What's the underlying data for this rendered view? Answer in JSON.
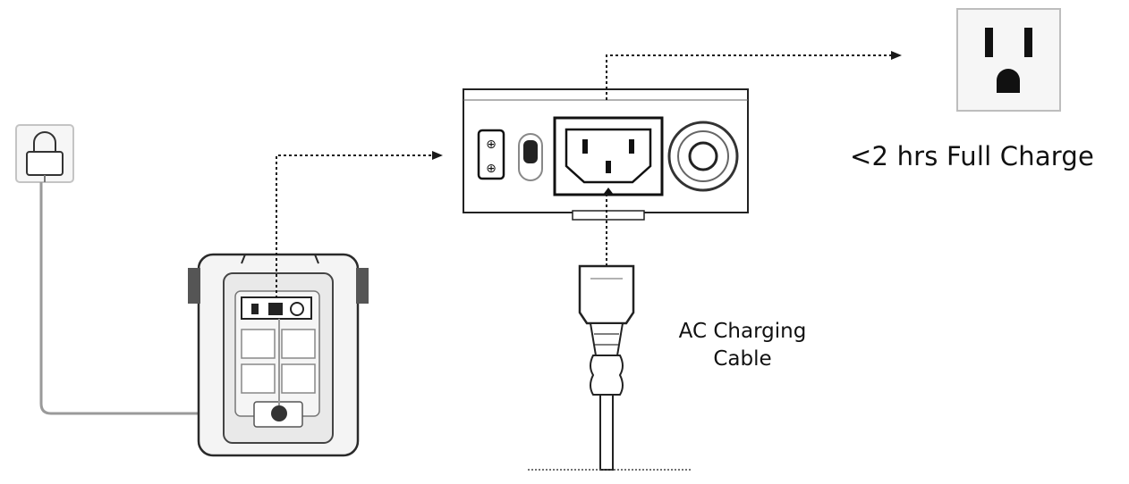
{
  "labels": {
    "charge_time": "<2 hrs Full Charge",
    "cable_line1": "AC Charging",
    "cable_line2": "Cable"
  },
  "icons": [
    "wall-outlet-icon",
    "ac-adapter-plug-icon",
    "power-station-icon",
    "ac-input-panel-icon",
    "ac-power-plug-icon"
  ],
  "colors": {
    "stroke": "#1a1a1a",
    "light_stroke": "#9a9a9a",
    "panel_fill": "#f4f4f4"
  }
}
